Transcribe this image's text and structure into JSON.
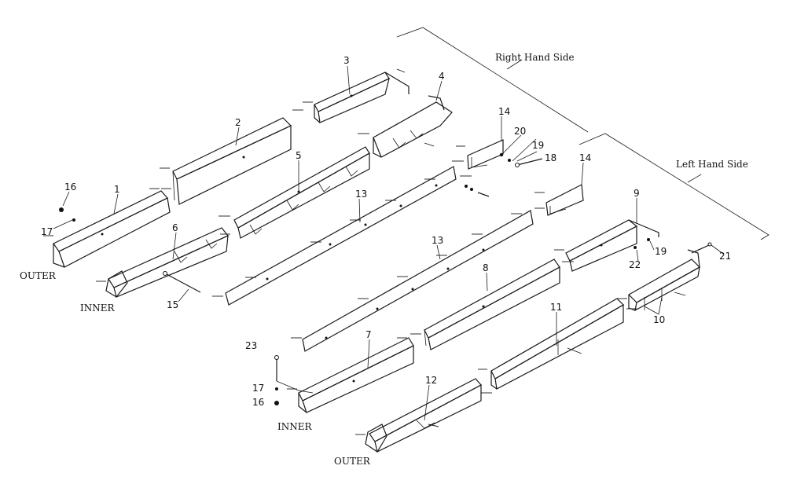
{
  "labels": {
    "right_hand_side": "Right Hand Side",
    "left_hand_side": "Left Hand Side",
    "outer_1": "OUTER",
    "inner_1": "INNER",
    "inner_2": "INNER",
    "outer_2": "OUTER"
  },
  "callouts": {
    "c1": "1",
    "c2": "2",
    "c3": "3",
    "c4": "4",
    "c5": "5",
    "c6": "6",
    "c7": "7",
    "c8": "8",
    "c9": "9",
    "c10": "10",
    "c11": "11",
    "c12": "12",
    "c13a": "13",
    "c13b": "13",
    "c14a": "14",
    "c14b": "14",
    "c15": "15",
    "c16a": "16",
    "c16b": "16",
    "c17a": "17",
    "c17b": "17",
    "c18": "18",
    "c19a": "19",
    "c19b": "19",
    "c20": "20",
    "c21": "21",
    "c22": "22",
    "c23": "23"
  }
}
